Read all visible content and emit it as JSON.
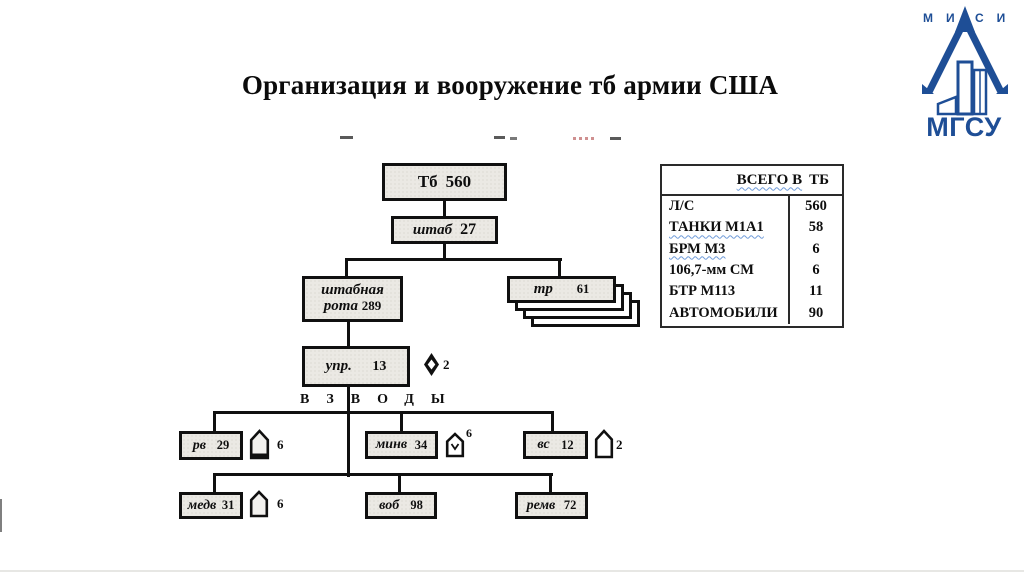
{
  "title": "Организация и вооружение тб армии США",
  "logo": {
    "top_left_letters": "МИ",
    "top_right_letters": "СИ",
    "name": "МГСУ",
    "color": "#1e4e96"
  },
  "org_chart": {
    "row_label": "ВЗВОДЫ",
    "root": {
      "label": "Тб",
      "value": "560"
    },
    "shtab": {
      "label": "штаб",
      "value": "27"
    },
    "shtabnaya_rota": {
      "label_line1": "штабная",
      "label_line2": "рота",
      "value": "289"
    },
    "tr": {
      "label": "тр",
      "value": "61"
    },
    "upr": {
      "label": "упр.",
      "value": "13",
      "marker_count": "2"
    },
    "platoons_row1": [
      {
        "label": "рв",
        "value": "29",
        "marker_count": "6"
      },
      {
        "label": "минв",
        "value": "34",
        "marker_count": "6"
      },
      {
        "label": "вс",
        "value": "12",
        "marker_count": "2"
      }
    ],
    "platoons_row2": [
      {
        "label": "медв",
        "value": "31",
        "marker_count": "6"
      },
      {
        "label": "воб",
        "value": "98"
      },
      {
        "label": "ремв",
        "value": "72"
      }
    ]
  },
  "table": {
    "header_underlined": "ВСЕГО В",
    "header_rest": "ТБ",
    "rows": [
      {
        "label": "Л/С",
        "value": "560"
      },
      {
        "label": "ТАНКИ М1А1",
        "value": "58",
        "underline": "wavy"
      },
      {
        "label": "БРМ М3",
        "value": "6",
        "underline": "wavy"
      },
      {
        "label": "106,7-мм СМ",
        "value": "6"
      },
      {
        "label": "БТР М113",
        "value": "11"
      },
      {
        "label": "АВТОМОБИЛИ",
        "value": "90"
      }
    ]
  },
  "colors": {
    "accent_blue": "#1e4e96",
    "squiggle_blue": "#6f9bd8",
    "box_fill": "#ebe9e4",
    "line_black": "#101010"
  }
}
